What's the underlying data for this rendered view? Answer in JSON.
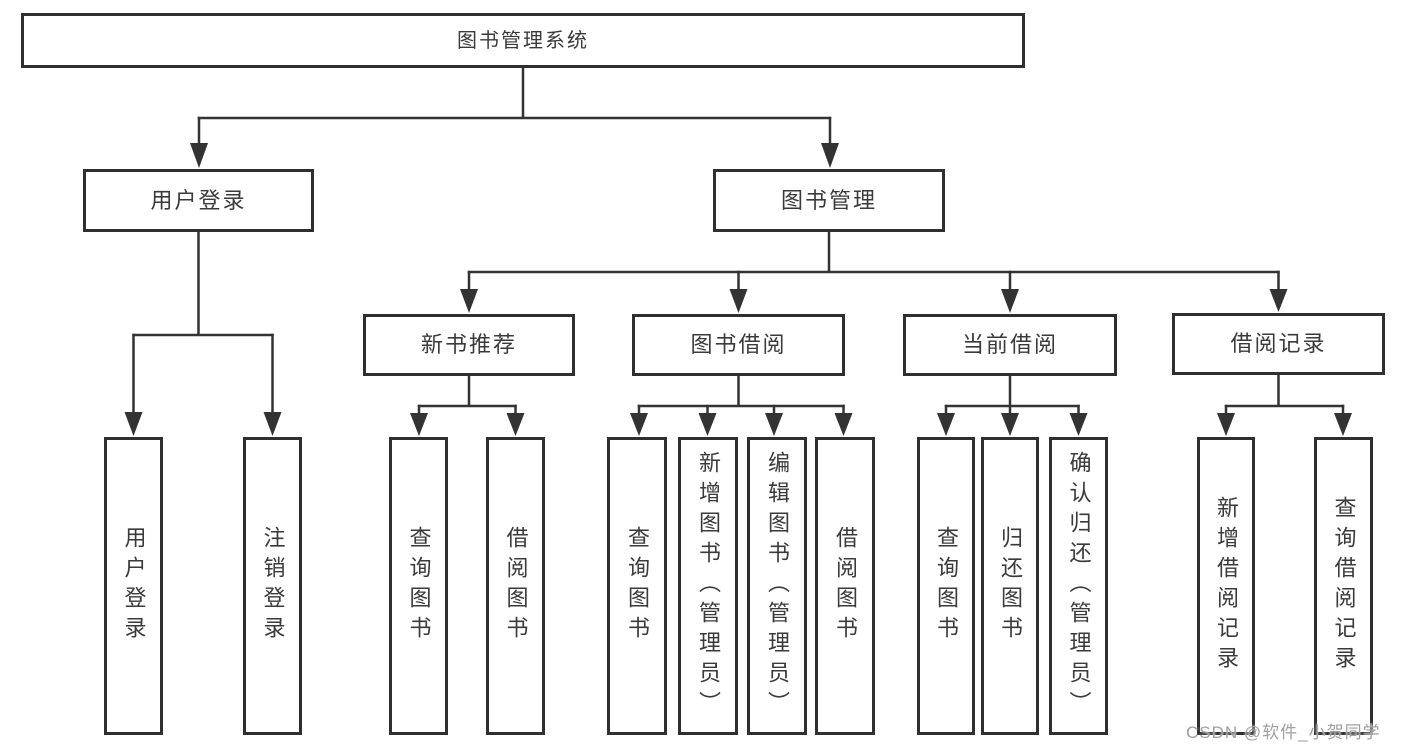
{
  "diagram": {
    "type": "hierarchy-tree",
    "colors": {
      "line": "#333333",
      "box_border": "#2f2f2f",
      "box_background": "#ffffff",
      "text": "#3a3a3a",
      "watermark": "#9f9f9f",
      "page_background": "#ffffff"
    },
    "watermark": "CSDN @软件_小贺同学",
    "tree": {
      "root": {
        "label": "图书管理系统",
        "children": [
          {
            "label": "用户登录",
            "children": [
              {
                "label": "用户登录"
              },
              {
                "label": "注销登录"
              }
            ]
          },
          {
            "label": "图书管理",
            "children": [
              {
                "label": "新书推荐",
                "children": [
                  {
                    "label": "查询图书"
                  },
                  {
                    "label": "借阅图书"
                  }
                ]
              },
              {
                "label": "图书借阅",
                "children": [
                  {
                    "label": "查询图书"
                  },
                  {
                    "label": "新增图书（管理员）"
                  },
                  {
                    "label": "编辑图书（管理员）"
                  },
                  {
                    "label": "借阅图书"
                  }
                ]
              },
              {
                "label": "当前借阅",
                "children": [
                  {
                    "label": "查询图书"
                  },
                  {
                    "label": "归还图书"
                  },
                  {
                    "label": "确认归还（管理员）"
                  }
                ]
              },
              {
                "label": "借阅记录",
                "children": [
                  {
                    "label": "新增借阅记录"
                  },
                  {
                    "label": "查询借阅记录"
                  }
                ]
              }
            ]
          }
        ]
      }
    }
  }
}
